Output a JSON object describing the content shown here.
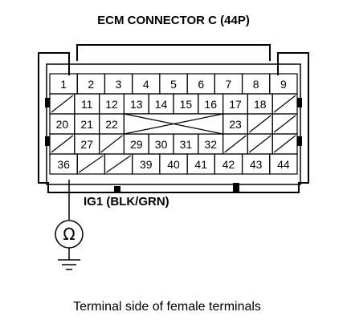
{
  "title": "ECM CONNECTOR C (44P)",
  "wire_label": "IG1 (BLK/GRN)",
  "caption": "Terminal side of female terminals",
  "meter_symbol": "Ω",
  "rows": [
    [
      "1",
      "2",
      "3",
      "4",
      "5",
      "6",
      "7",
      "8",
      "9"
    ],
    [
      "",
      "11",
      "12",
      "13",
      "14",
      "15",
      "16",
      "17",
      "18",
      ""
    ],
    [
      "20",
      "21",
      "22",
      "",
      "",
      "",
      "",
      "23",
      "",
      ""
    ],
    [
      "",
      "27",
      "",
      "29",
      "30",
      "31",
      "32",
      "",
      "",
      ""
    ],
    [
      "36",
      "",
      "",
      "39",
      "40",
      "41",
      "42",
      "43",
      "44"
    ]
  ]
}
